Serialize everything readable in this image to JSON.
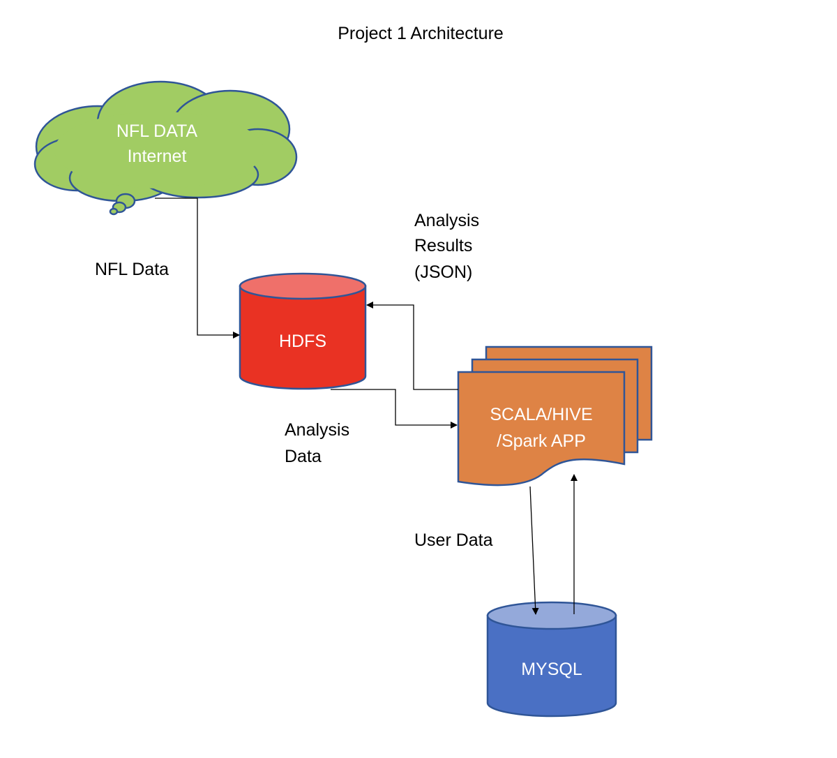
{
  "title": "Project 1 Architecture",
  "colors": {
    "cloud_fill": "#A1CC63",
    "cloud_stroke": "#2F5597",
    "hdfs_body": "#E93223",
    "hdfs_top": "#EF706A",
    "hdfs_stroke": "#2F5597",
    "app_fill": "#DE8345",
    "app_stroke": "#2F5597",
    "mysql_body": "#4A70C4",
    "mysql_top": "#94A9DA",
    "mysql_stroke": "#2F5597"
  },
  "nodes": {
    "cloud": {
      "line1": "NFL DATA",
      "line2": "Internet",
      "icon": "cloud-icon"
    },
    "hdfs": {
      "label": "HDFS",
      "icon": "database-cylinder-icon"
    },
    "app": {
      "line1": "SCALA/HIVE",
      "line2": "/Spark APP",
      "icon": "multi-document-icon"
    },
    "mysql": {
      "label": "MYSQL",
      "icon": "database-cylinder-icon"
    }
  },
  "edge_labels": {
    "nfl_data": "NFL Data",
    "analysis_results": [
      "Analysis",
      "Results",
      "(JSON)"
    ],
    "analysis_data": [
      "Analysis",
      "Data"
    ],
    "user_data": "User Data"
  }
}
